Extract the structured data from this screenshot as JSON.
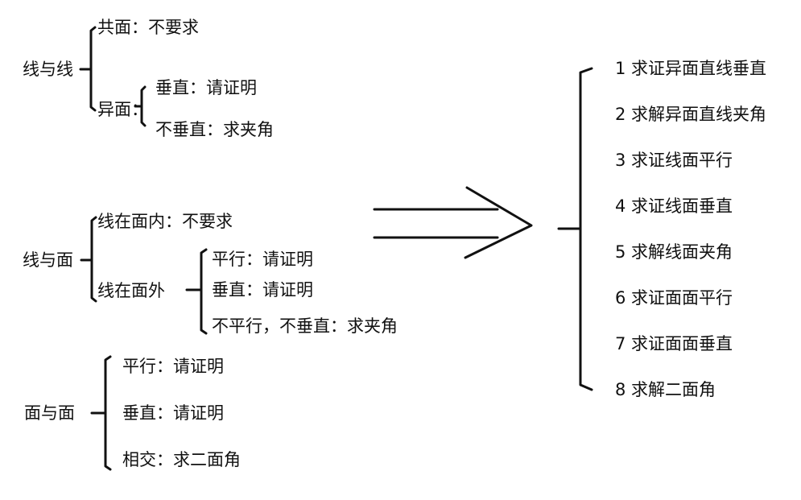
{
  "line_line": {
    "title": "线与线",
    "coplanar": "共面：不要求",
    "skew": "异面：",
    "perpendicular": "垂直：请证明",
    "not_perpendicular": "不垂直：求夹角"
  },
  "line_plane": {
    "title": "线与面",
    "inside": "线在面内：不要求",
    "outside": "线在面外",
    "parallel": "平行：请证明",
    "perpendicular": "垂直：请证明",
    "neither": "不平行，不垂直：求夹角"
  },
  "plane_plane": {
    "title": "面与面",
    "parallel": "平行：请证明",
    "perpendicular": "垂直：请证明",
    "intersect": "相交：求二面角"
  },
  "results": [
    "1 求证异面直线垂直",
    "2 求解异面直线夹角",
    "3 求证线面平行",
    "4 求证线面垂直",
    "5 求解线面夹角",
    "6 求证面面平行",
    "7 求证面面垂直",
    "8 求解二面角"
  ]
}
